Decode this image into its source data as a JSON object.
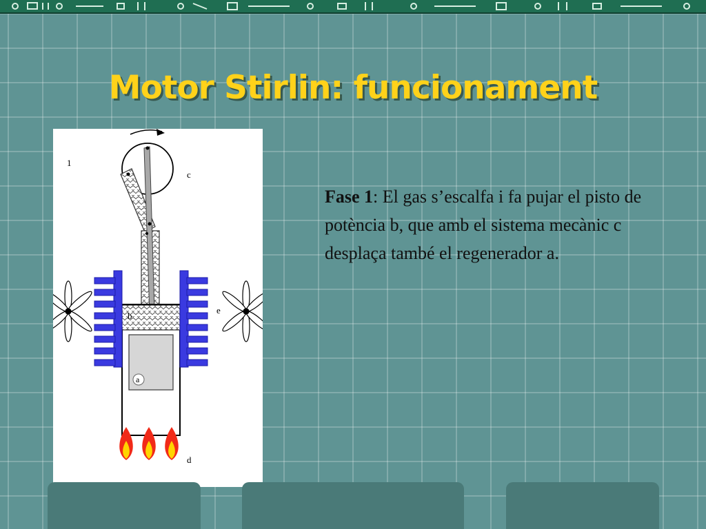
{
  "slide": {
    "title": "Motor Stirlin: funcionament"
  },
  "diagram": {
    "labels": {
      "phase_number": "1",
      "crank": "c",
      "piston": "b",
      "regenerator": "a",
      "fins": "e",
      "burner": "d"
    }
  },
  "description": {
    "phase_label": "Fase 1",
    "text": ": El gas s’escalfa i fa pujar el pisto de potència b, que amb el sistema mecànic c desplaça també el regenerador a."
  },
  "colors": {
    "title": "#ffd21a",
    "background": "#5f9494",
    "fins": "#3a3ae0",
    "flame_outer": "#f12a18",
    "flame_inner": "#ffd400",
    "panel": "#ffffff"
  }
}
